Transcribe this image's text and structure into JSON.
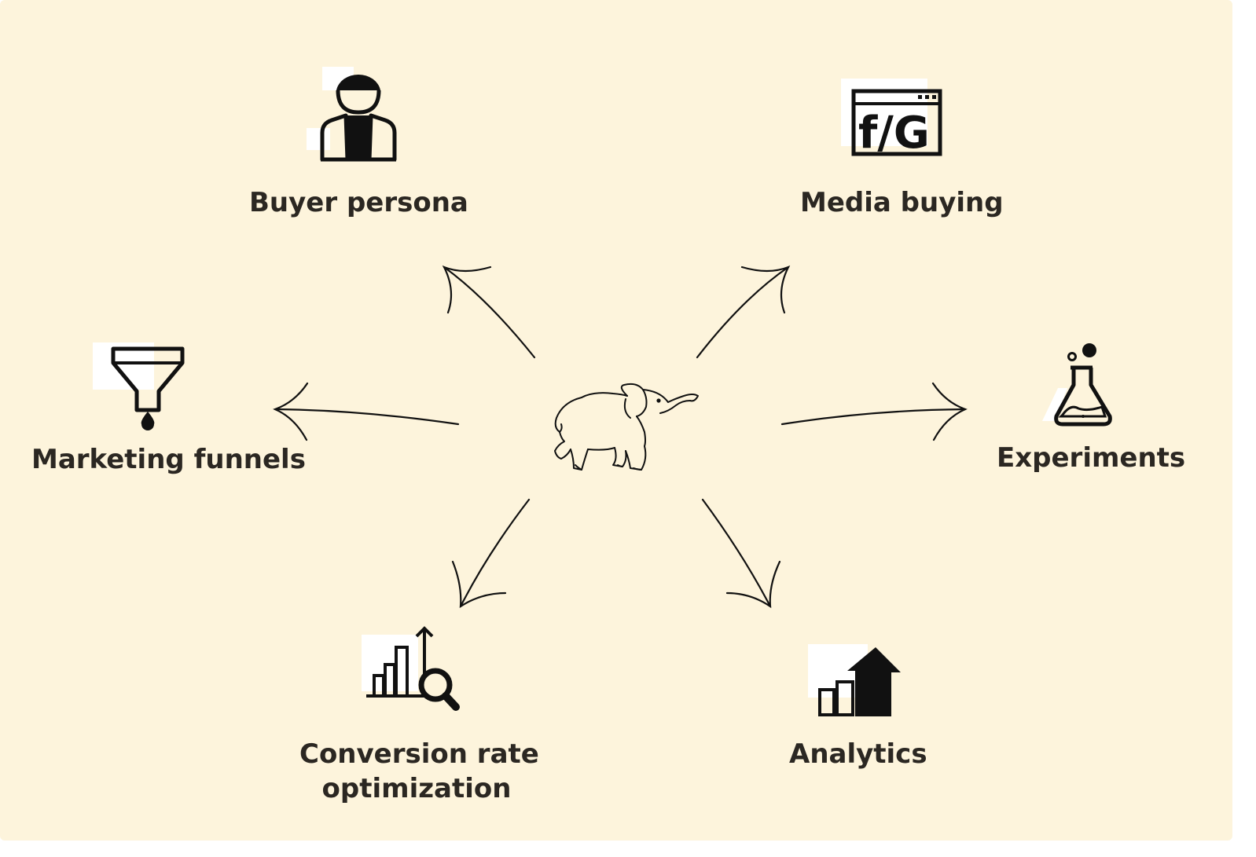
{
  "nodes": {
    "buyer_persona": {
      "label": "Buyer persona",
      "icon": "person-icon"
    },
    "media_buying": {
      "label": "Media buying",
      "icon": "browser-window-icon",
      "icon_text": "f/G"
    },
    "marketing_funnels": {
      "label": "Marketing funnels",
      "icon": "funnel-icon"
    },
    "experiments": {
      "label": "Experiments",
      "icon": "flask-icon"
    },
    "conversion_rate": {
      "label_line1": "Conversion rate",
      "label_line2": "optimization",
      "icon": "bar-chart-search-icon"
    },
    "analytics": {
      "label": "Analytics",
      "icon": "bar-chart-up-arrow-icon"
    }
  },
  "center": {
    "icon": "elephant-icon"
  },
  "colors": {
    "background": "#fdf4dc",
    "ink": "#111111",
    "text": "#2b2722",
    "icon_shadow": "#ffffff"
  }
}
